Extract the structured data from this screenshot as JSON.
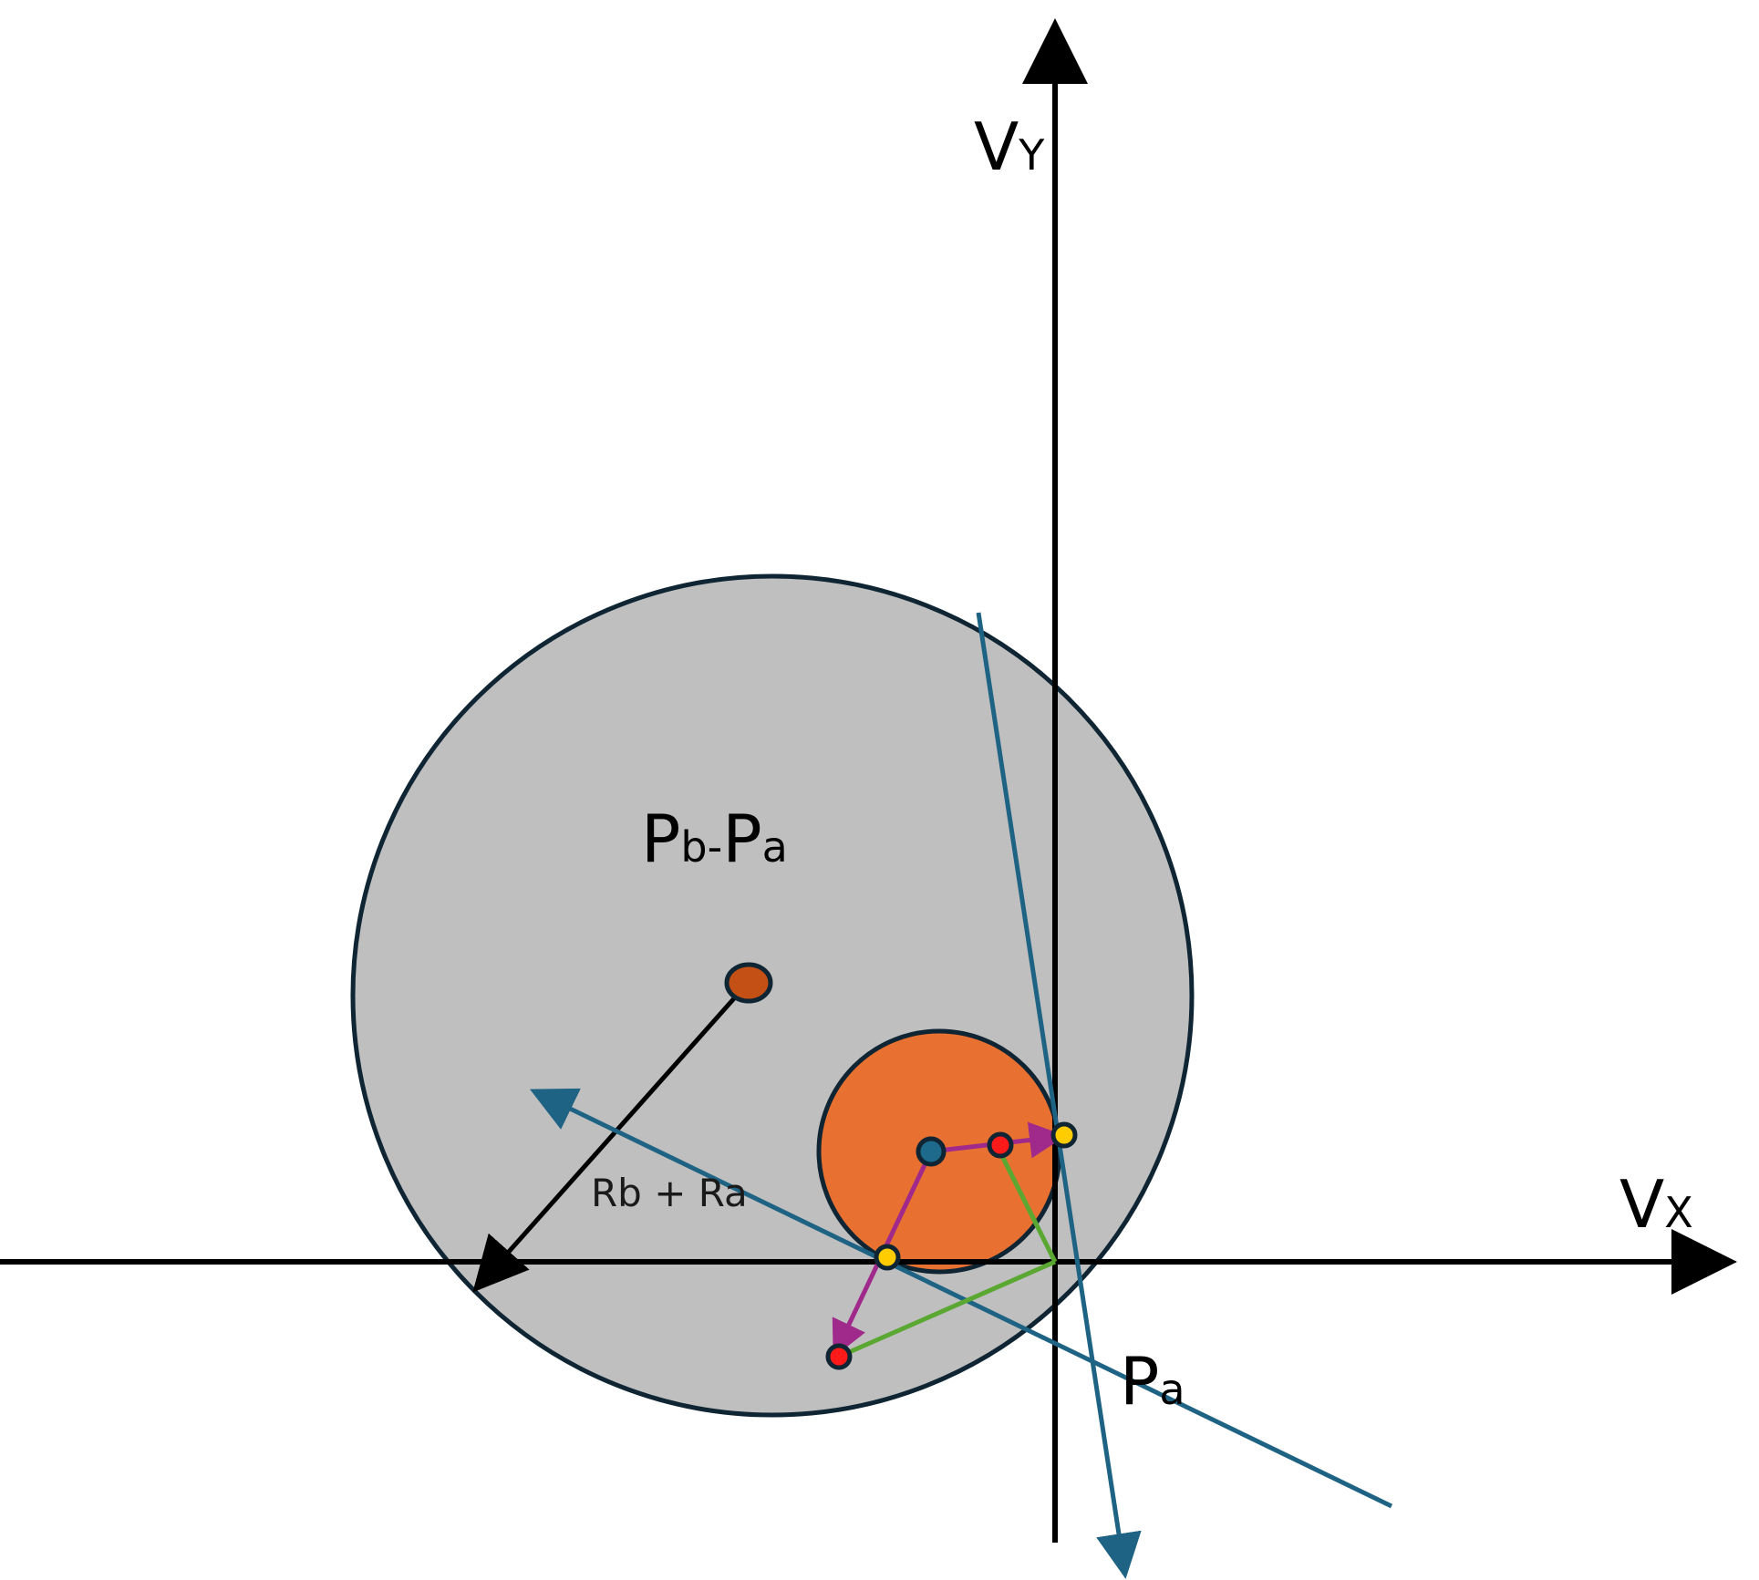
{
  "labels": {
    "vy": {
      "main": "V",
      "sub": "Y"
    },
    "vx": {
      "main": "V",
      "sub": "X"
    },
    "pb_pa": {
      "p1": "P",
      "s1": "b",
      "dash": "-",
      "p2": "P",
      "s2": "a"
    },
    "pa": {
      "main": "P",
      "sub": "a"
    },
    "radius": "Rb + Ra"
  },
  "colors": {
    "axis": "#000000",
    "large_circle_fill": "#bfbfbf",
    "outline": "#0f2533",
    "small_circle_fill": "#e87030",
    "center_dot": "#c55016",
    "velocity_dot": "#1e6a8c",
    "red_dot": "#ff1a1a",
    "yellow_dot": "#ffcc00",
    "teal_line": "#1f6384",
    "magenta": "#a02a8c",
    "green": "#5aa832"
  }
}
